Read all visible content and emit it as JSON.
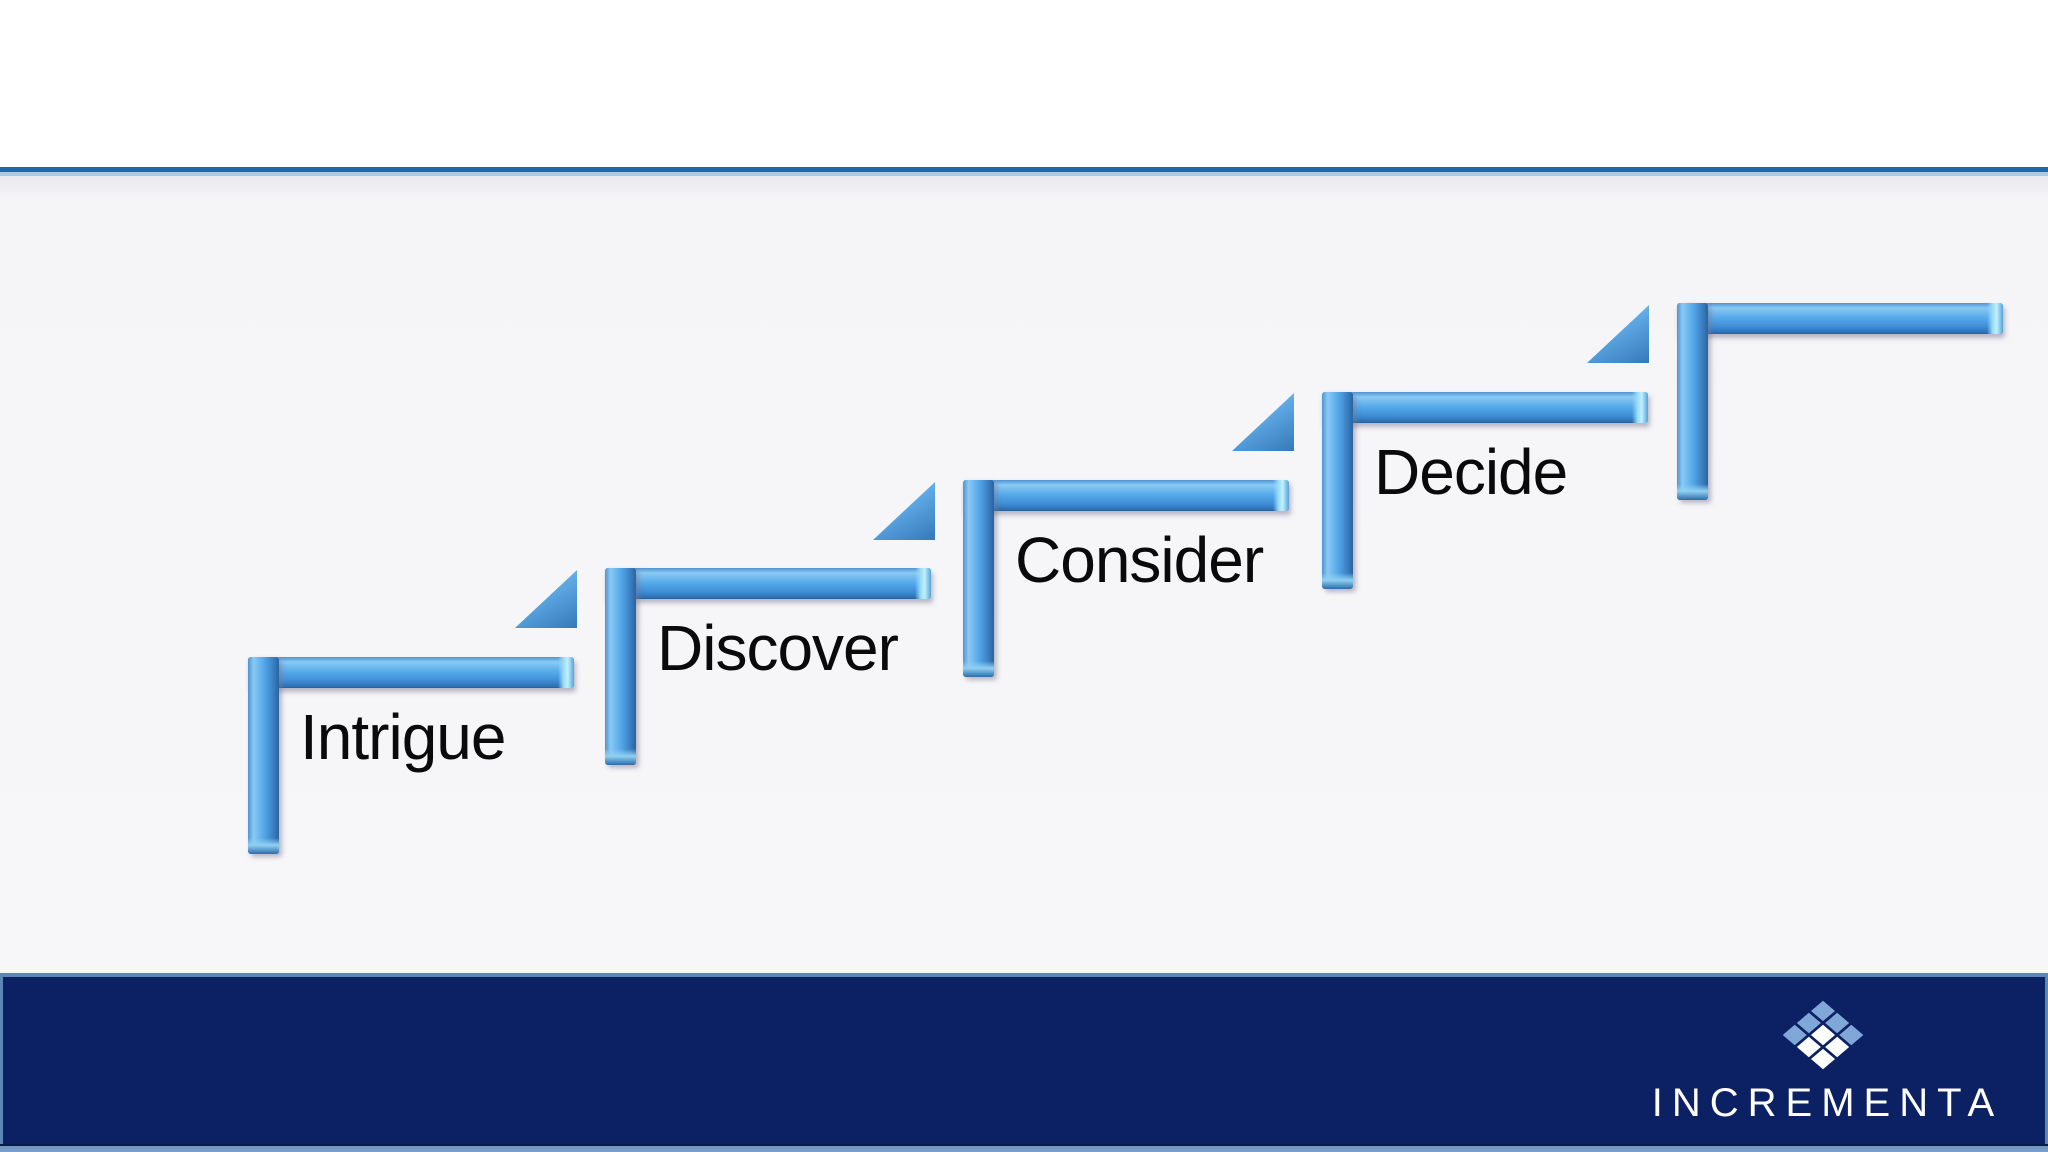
{
  "slide": {
    "type_label": "process-staircase-slide",
    "background_top": "#ffffff",
    "background_main": "#f6f6f8"
  },
  "top_rule": {
    "primary_color": "#1a6aaf",
    "secondary_color": "#a9cbe7"
  },
  "staircase": {
    "direction": "ascending-left-to-right",
    "bar_highlight": "#8ac9f3",
    "bar_mid": "#55a9ea",
    "bar_dark": "#2d71b4",
    "arrow_count": 4,
    "steps": [
      {
        "label": "Intrigue"
      },
      {
        "label": "Discover"
      },
      {
        "label": "Consider"
      },
      {
        "label": "Decide"
      },
      {
        "label": ""
      }
    ]
  },
  "footer": {
    "background": "#0b2163",
    "border_color": "#5e86b5",
    "bottom_strip_color": "#6e96c2",
    "logo": {
      "text": "INCREMENTA",
      "text_color": "#ffffff",
      "diamond_light_blue": "#7fa8d8",
      "diamond_white": "#ffffff",
      "pattern_flat": [
        "lb",
        "lb",
        "lb",
        "lb",
        "w",
        "w",
        "lb",
        "w",
        "w"
      ]
    }
  }
}
